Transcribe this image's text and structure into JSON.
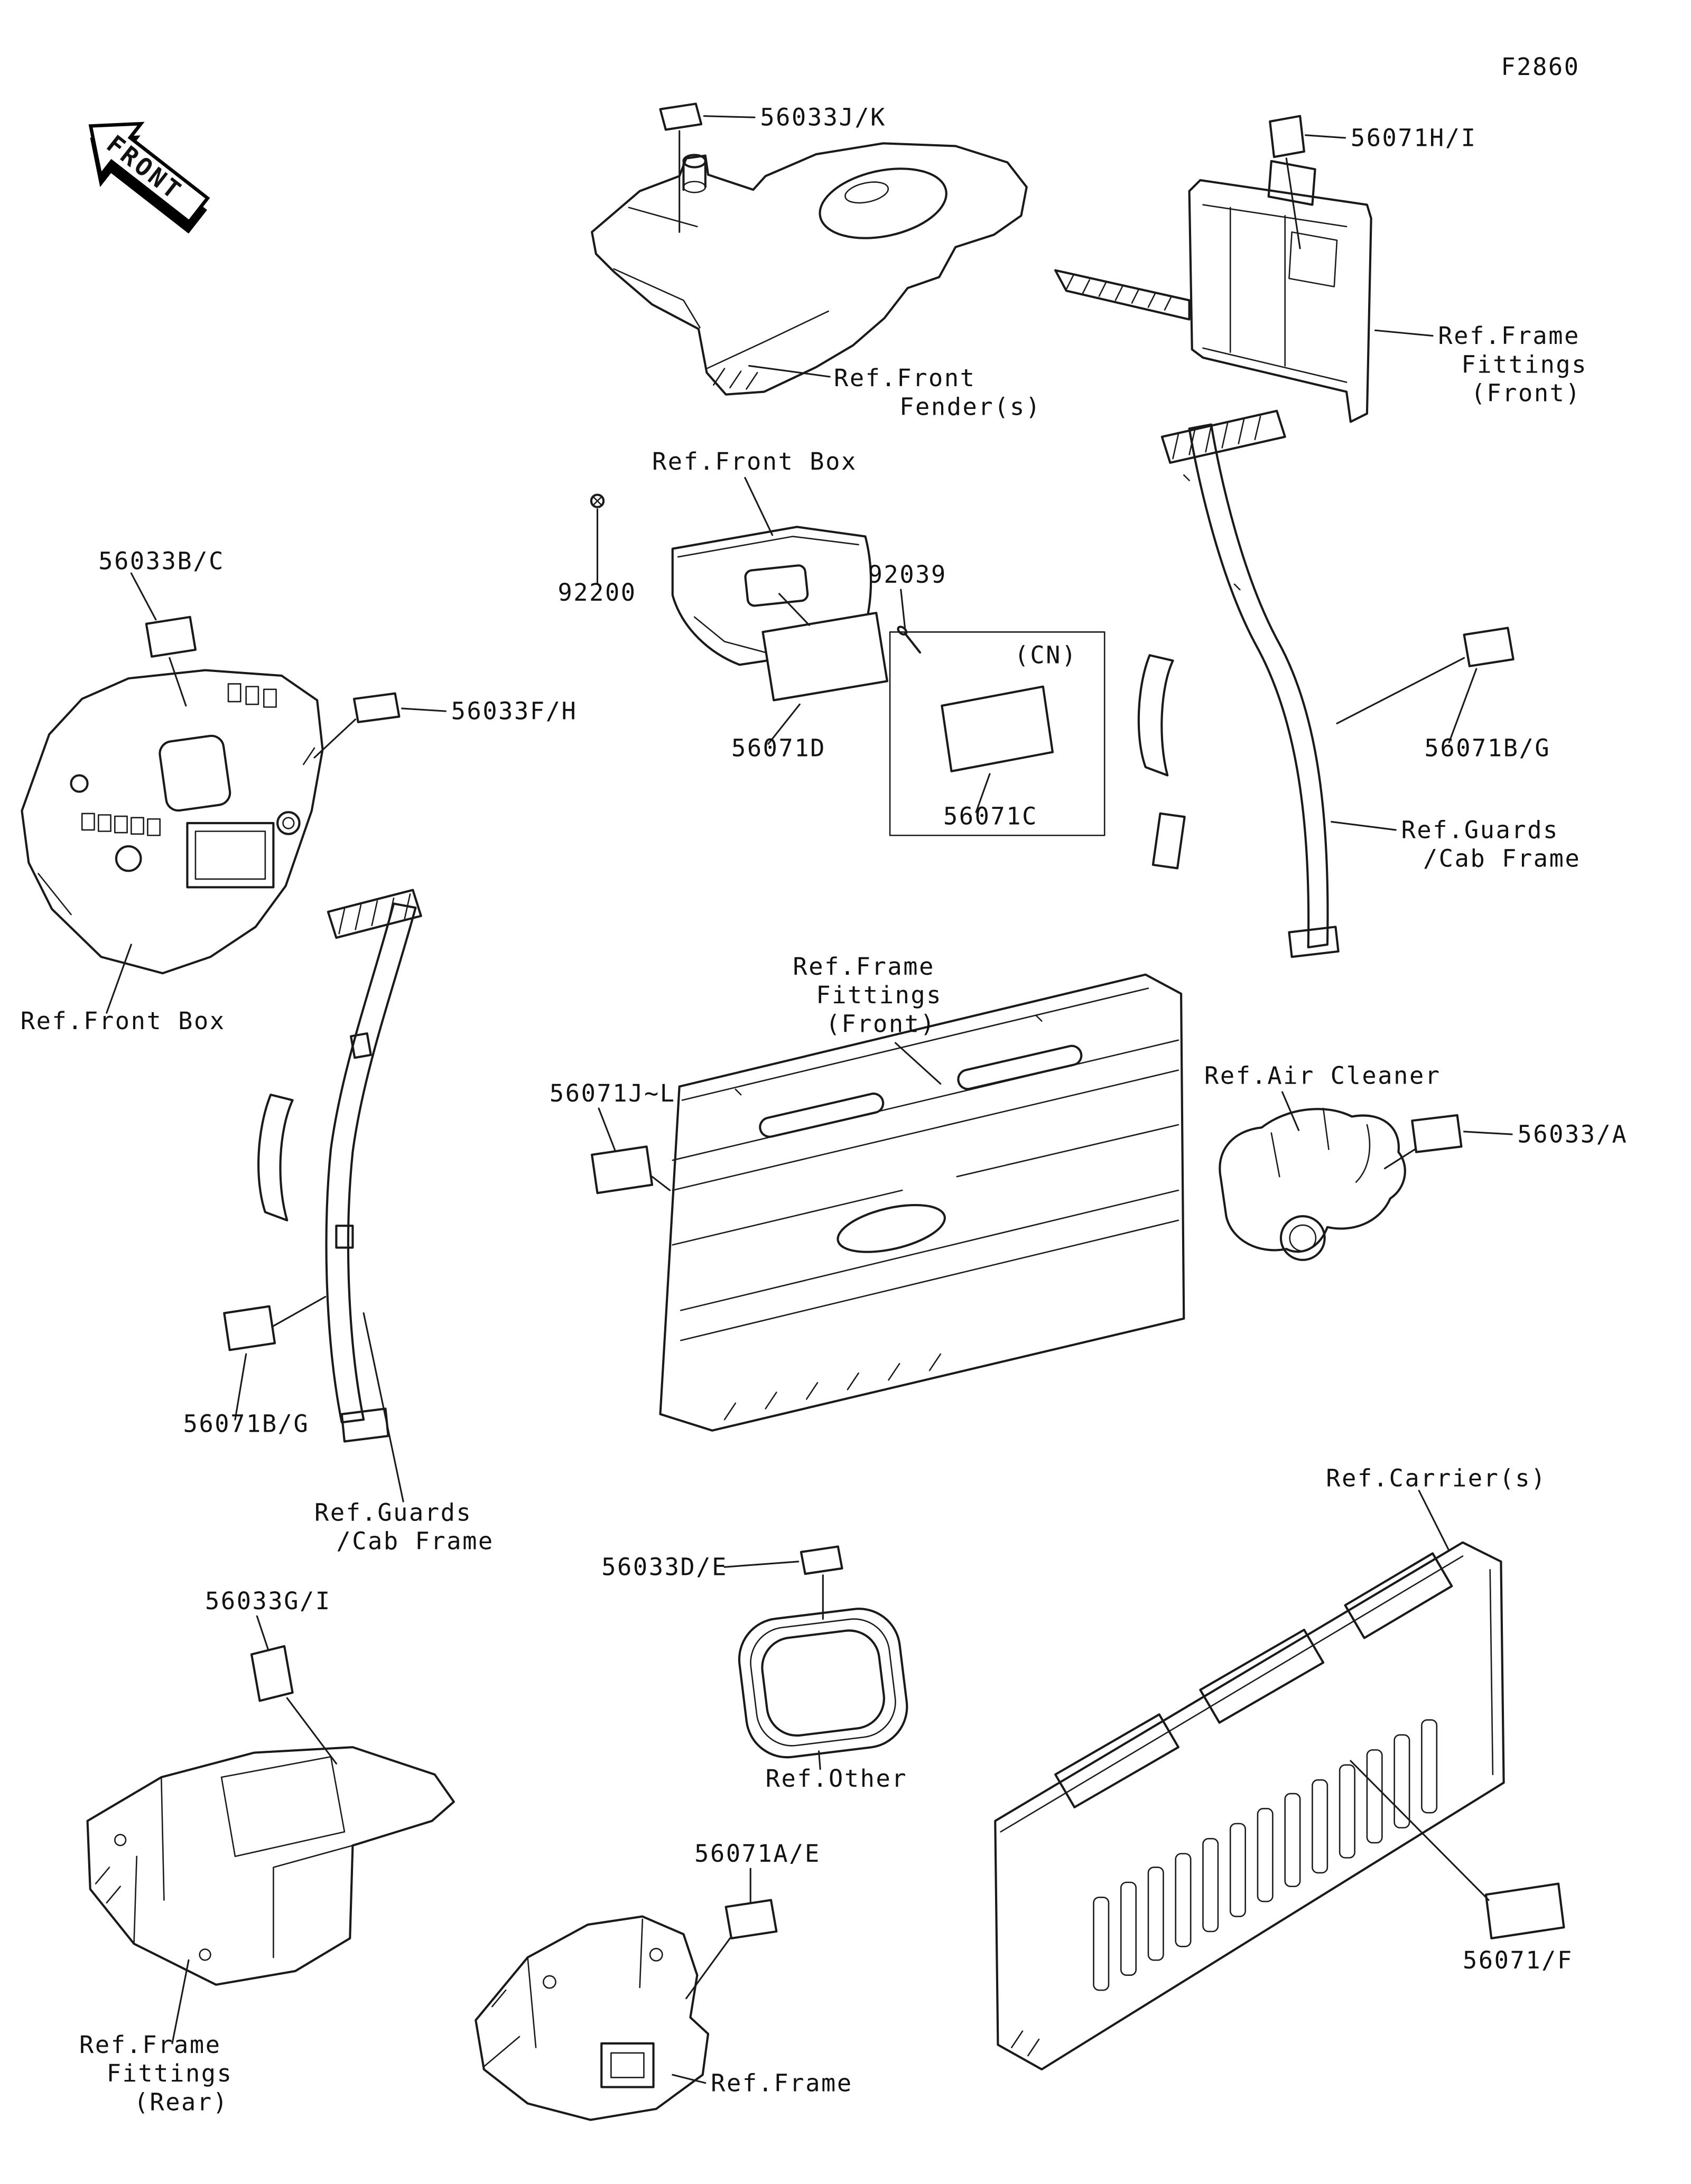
{
  "page": {
    "code": "F2860",
    "front_arrow_label": "FRONT"
  },
  "colors": {
    "ink": "#111111",
    "background": "#ffffff"
  },
  "callouts": {
    "fender_decal": "56033J/K",
    "frame_front_decal_top": "56071H/I",
    "screw": "92200",
    "pin": "92039",
    "cn_marker": "(CN)",
    "front_box_decal_d": "56071D",
    "front_box_decal_c": "56071C",
    "panel_decal_bc": "56033B/C",
    "panel_decal_fh": "56033F/H",
    "cab_frame_decal_right": "56071B/G",
    "frame_front_decal_mid": "56071J~L",
    "air_cleaner_decal": "56033/A",
    "cab_frame_decal_left": "56071B/G",
    "frame_rear_decal": "56033G/I",
    "other_decal": "56033D/E",
    "frame_decal": "56071A/E",
    "carrier_decal": "56071/F"
  },
  "refs": {
    "front_fender": {
      "line1": "Ref.Front",
      "line2": "Fender(s)"
    },
    "frame_fittings_front_top": {
      "line1": "Ref.Frame",
      "line2": "Fittings",
      "line3": "(Front)"
    },
    "front_box_top": "Ref.Front Box",
    "guards_cab_frame_right": {
      "line1": "Ref.Guards",
      "line2": "/Cab Frame"
    },
    "front_box_left": "Ref.Front Box",
    "frame_fittings_front_mid": {
      "line1": "Ref.Frame",
      "line2": "Fittings",
      "line3": "(Front)"
    },
    "air_cleaner": "Ref.Air Cleaner",
    "guards_cab_frame_left": {
      "line1": "Ref.Guards",
      "line2": "/Cab Frame"
    },
    "carrier": "Ref.Carrier(s)",
    "other": "Ref.Other",
    "frame_fittings_rear": {
      "line1": "Ref.Frame",
      "line2": "Fittings",
      "line3": "(Rear)"
    },
    "frame": "Ref.Frame"
  }
}
